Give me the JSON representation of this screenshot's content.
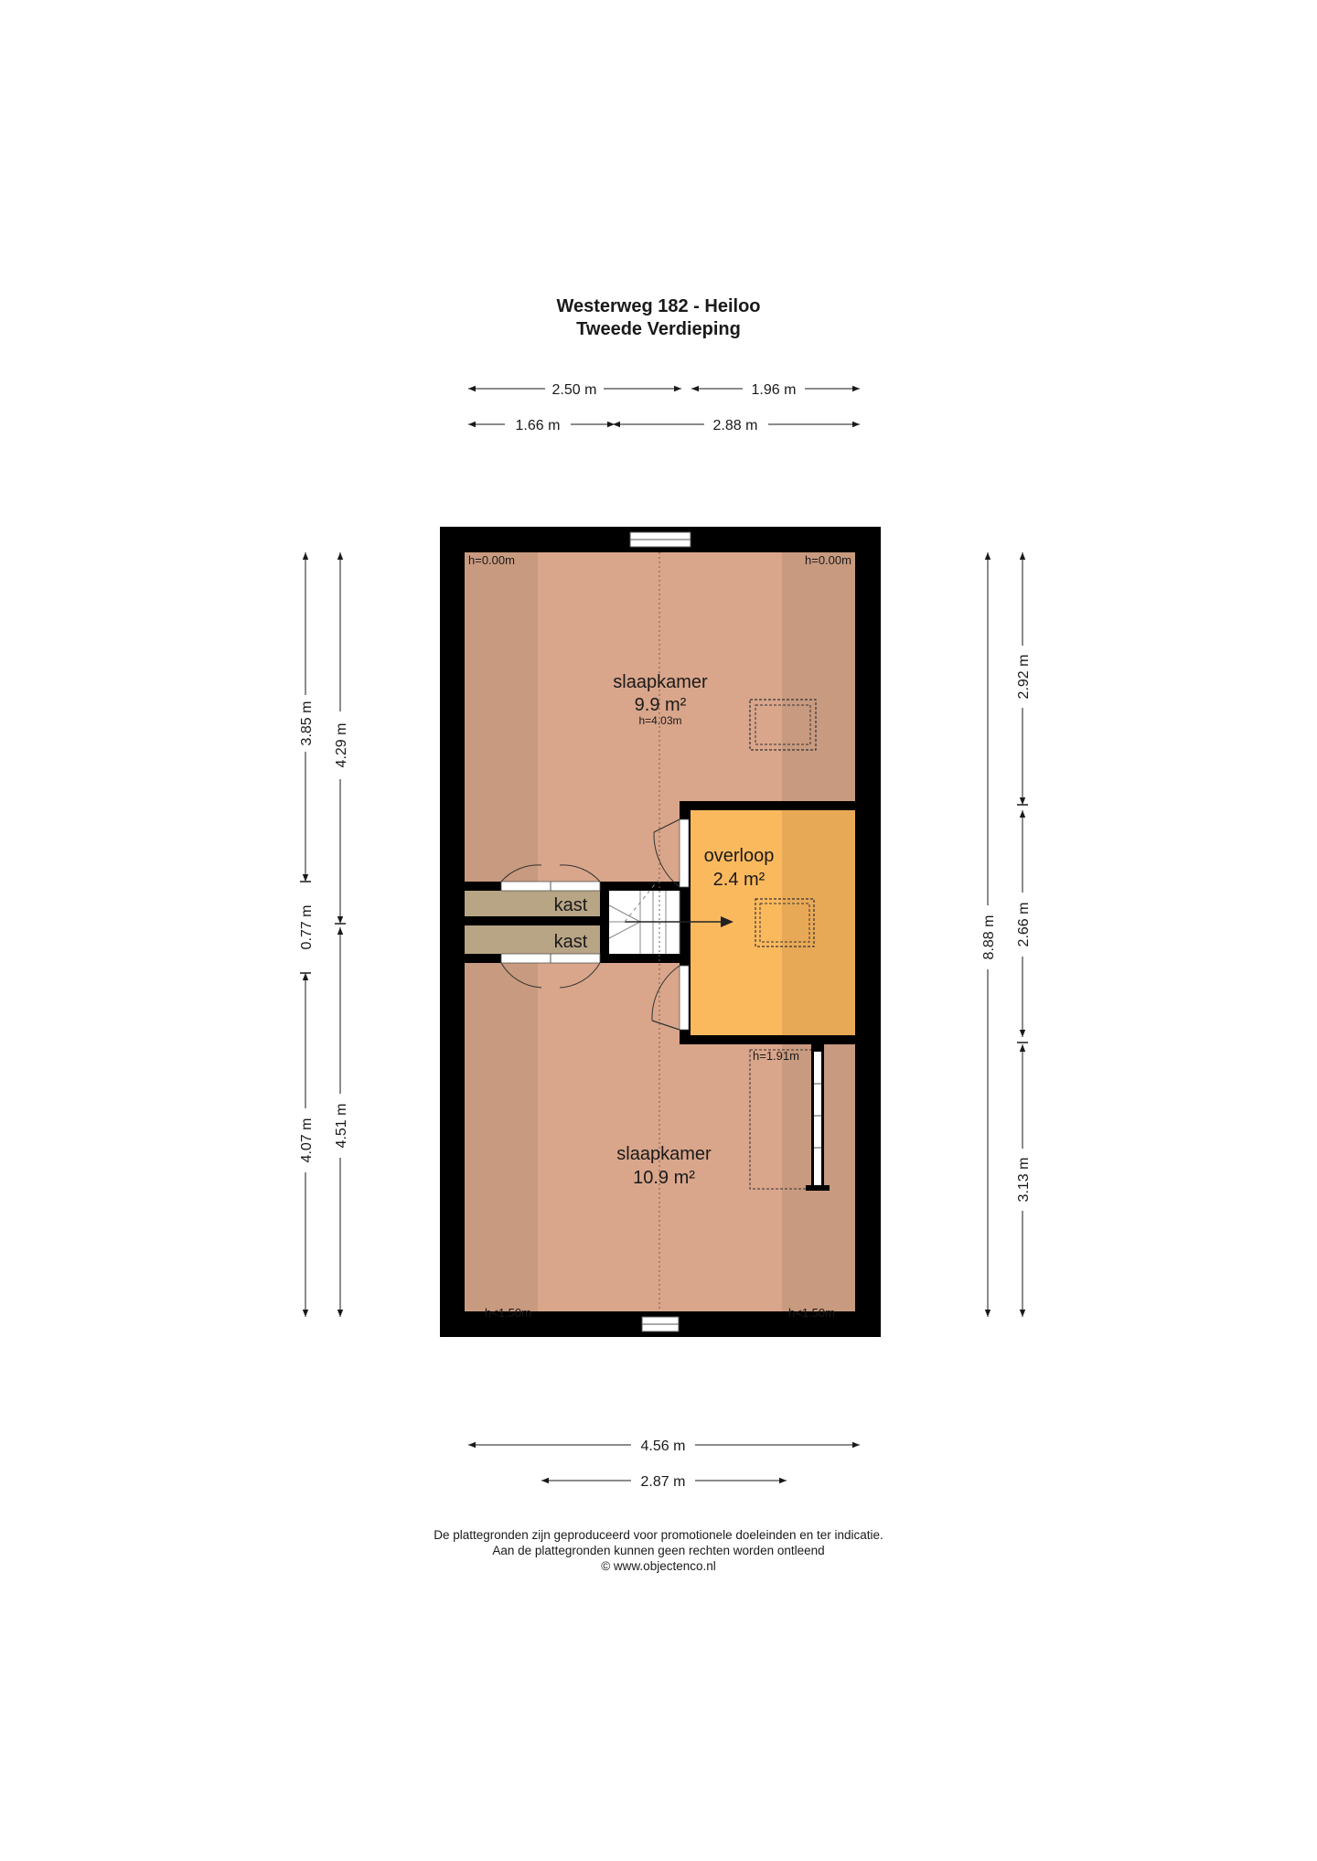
{
  "header": {
    "title": "Westerweg 182 - Heiloo",
    "floor": "Tweede Verdieping"
  },
  "rooms": [
    {
      "name": "slaapkamer",
      "area": "9.9 m²",
      "height": "h=4.03m"
    },
    {
      "name": "overloop",
      "area": "2.4 m²"
    },
    {
      "name": "kast"
    },
    {
      "name": "kast"
    },
    {
      "name": "slaapkamer",
      "area": "10.9 m²"
    }
  ],
  "height_labels": {
    "top_left": "h=0.00m",
    "top_right": "h=0.00m",
    "landing": "h=1.91m",
    "bottom_left": "h<1.50m",
    "bottom_right": "h<1.50m"
  },
  "dimensions": {
    "top_row1": [
      "2.50 m",
      "1.96 m"
    ],
    "top_row2": [
      "1.66 m",
      "2.88 m"
    ],
    "bottom_row1": "4.56 m",
    "bottom_row2": "2.87 m",
    "left_col1": [
      "3.85 m",
      "0.77 m",
      "4.07 m"
    ],
    "left_col2": [
      "4.29 m",
      "4.51 m"
    ],
    "right_col1": "8.88 m",
    "right_col2": [
      "2.92 m",
      "2.66 m",
      "3.13 m"
    ]
  },
  "disclaimer": {
    "line1": "De plattegronden zijn geproduceerd voor promotionele doeleinden en ter indicatie.",
    "line2": "Aan de plattegronden kunnen geen rechten worden ontleend",
    "line3": "© www.objectenco.nl"
  },
  "colors": {
    "wall": "#000000",
    "room_fill": "#d9a68b",
    "room_fill_low": "#c89a7f",
    "landing_fill": "#fbb95e",
    "landing_fill_low": "#e8a957",
    "closet_fill": "#b8a585"
  }
}
